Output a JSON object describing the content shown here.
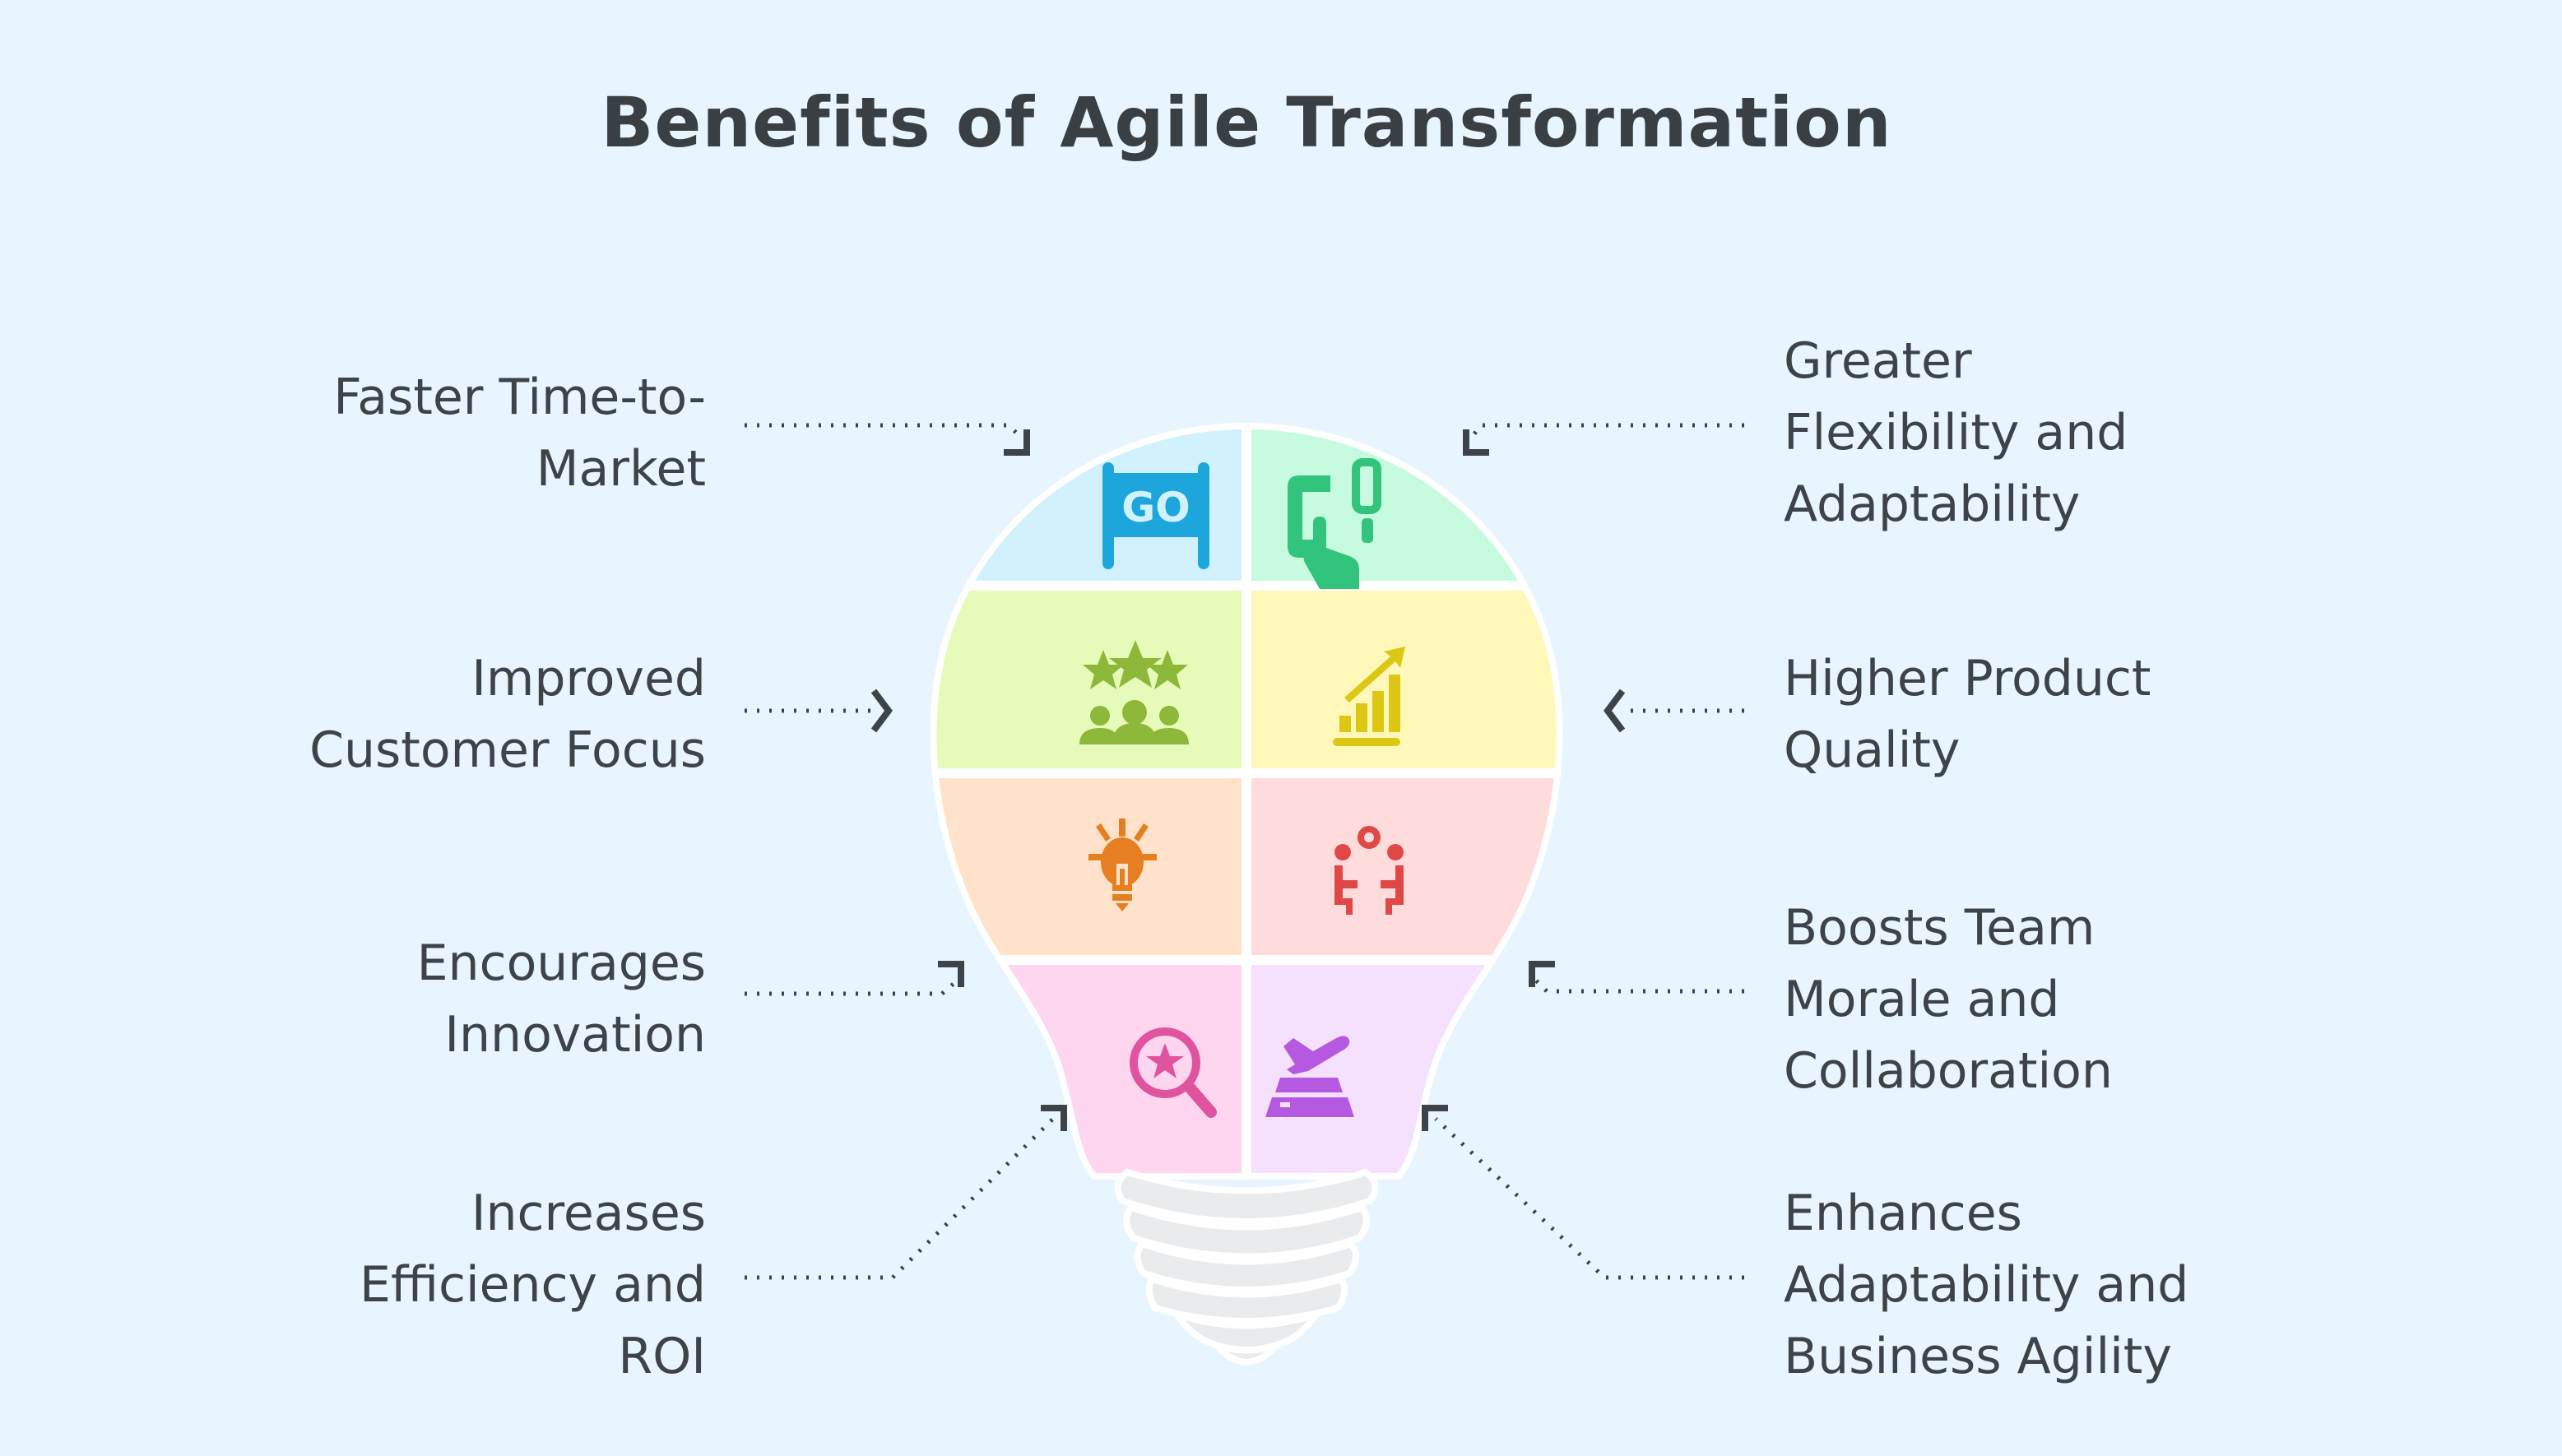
{
  "title": "Benefits of Agile Transformation",
  "colors": {
    "background": "#e8f5fe",
    "text": "#3d4348",
    "connector": "#3d4348",
    "bulb_outline": "#ffffff",
    "base": "#e9ebec"
  },
  "benefits_left": [
    {
      "label": "Faster Time-to-\nMarket",
      "icon": "go-banner-icon",
      "cell_color": "#d1f1fd",
      "icon_color": "#1da6dc"
    },
    {
      "label": "Improved\nCustomer Focus",
      "icon": "customer-rating-icon",
      "cell_color": "#e6fbb9",
      "icon_color": "#8db83a"
    },
    {
      "label": "Encourages\nInnovation",
      "icon": "lightbulb-idea-icon",
      "cell_color": "#ffe2c9",
      "icon_color": "#e57f22"
    },
    {
      "label": "Increases\nEfficiency and\nROI",
      "icon": "search-star-icon",
      "cell_color": "#fed6ef",
      "icon_color": "#e0539f"
    }
  ],
  "benefits_right": [
    {
      "label": "Greater\nFlexibility and\nAdaptability",
      "icon": "touch-device-icon",
      "cell_color": "#c7fbe0",
      "icon_color": "#32c47c"
    },
    {
      "label": "Higher Product\nQuality",
      "icon": "growth-chart-icon",
      "cell_color": "#fff8b8",
      "icon_color": "#dcc814"
    },
    {
      "label": "Boosts Team\nMorale and\nCollaboration",
      "icon": "team-collaboration-icon",
      "cell_color": "#ffdcdc",
      "icon_color": "#e04848"
    },
    {
      "label": "Enhances\nAdaptability and\nBusiness Agility",
      "icon": "plane-landing-icon",
      "cell_color": "#f5e0fd",
      "icon_color": "#b55ae0"
    }
  ],
  "icon_text": {
    "go": "GO"
  }
}
